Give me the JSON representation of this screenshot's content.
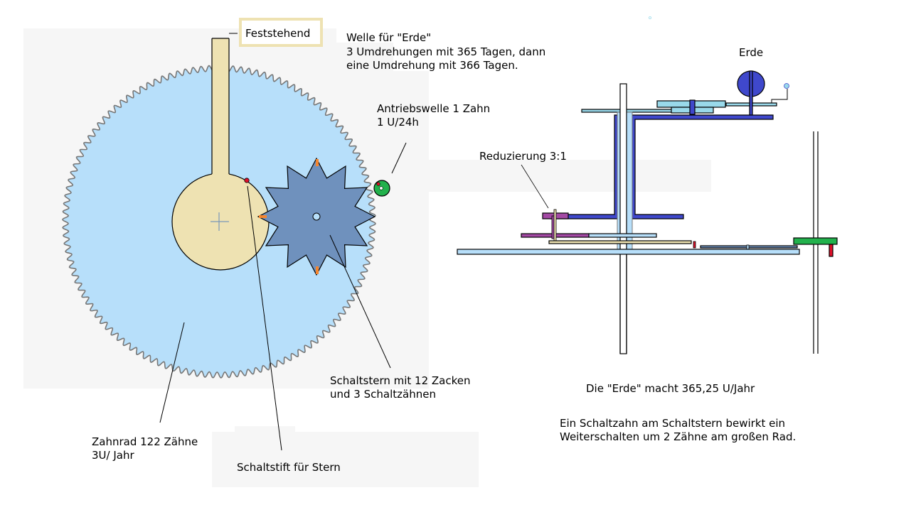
{
  "labels": {
    "fixed": "Feststehend",
    "shaft_title": "Welle für \"Erde\"",
    "shaft_line2": "3 Umdrehungen mit 365 Tagen, dann",
    "shaft_line3": "eine Umdrehung mit 366 Tagen.",
    "drive_line1": "Antriebswelle 1 Zahn",
    "drive_line2": "1 U/24h",
    "reduction": "Reduzierung 3:1",
    "earth": "Erde",
    "star_line1": "Schaltstern mit 12 Zacken",
    "star_line2": "und 3 Schaltzähnen",
    "gear_line1": "Zahnrad 122 Zähne",
    "gear_line2": "3U/ Jahr",
    "pin": "Schaltstift für Stern",
    "summary": "Die \"Erde\" macht 365,25 U/Jahr",
    "note_line1": "Ein Schaltzahn am Schaltstern bewirkt ein",
    "note_line2": "Weiterschalten um 2 Zähne am großen Rad."
  },
  "mechanism": {
    "big_gear_teeth": 122,
    "star_points": 12,
    "switch_teeth": 3,
    "drive_teeth": 1
  },
  "colors": {
    "big_gear": "#b7dffa",
    "fixed_part": "#eee2b2",
    "star": "#6f91bd",
    "switch_tooth": "#f5862f",
    "drive_wheel": "#22b14c",
    "pin": "#e0102a",
    "earth": "#3f48cc",
    "light_blue": "#99d9ea",
    "purple": "#a349a4",
    "steel": "#7092be"
  }
}
